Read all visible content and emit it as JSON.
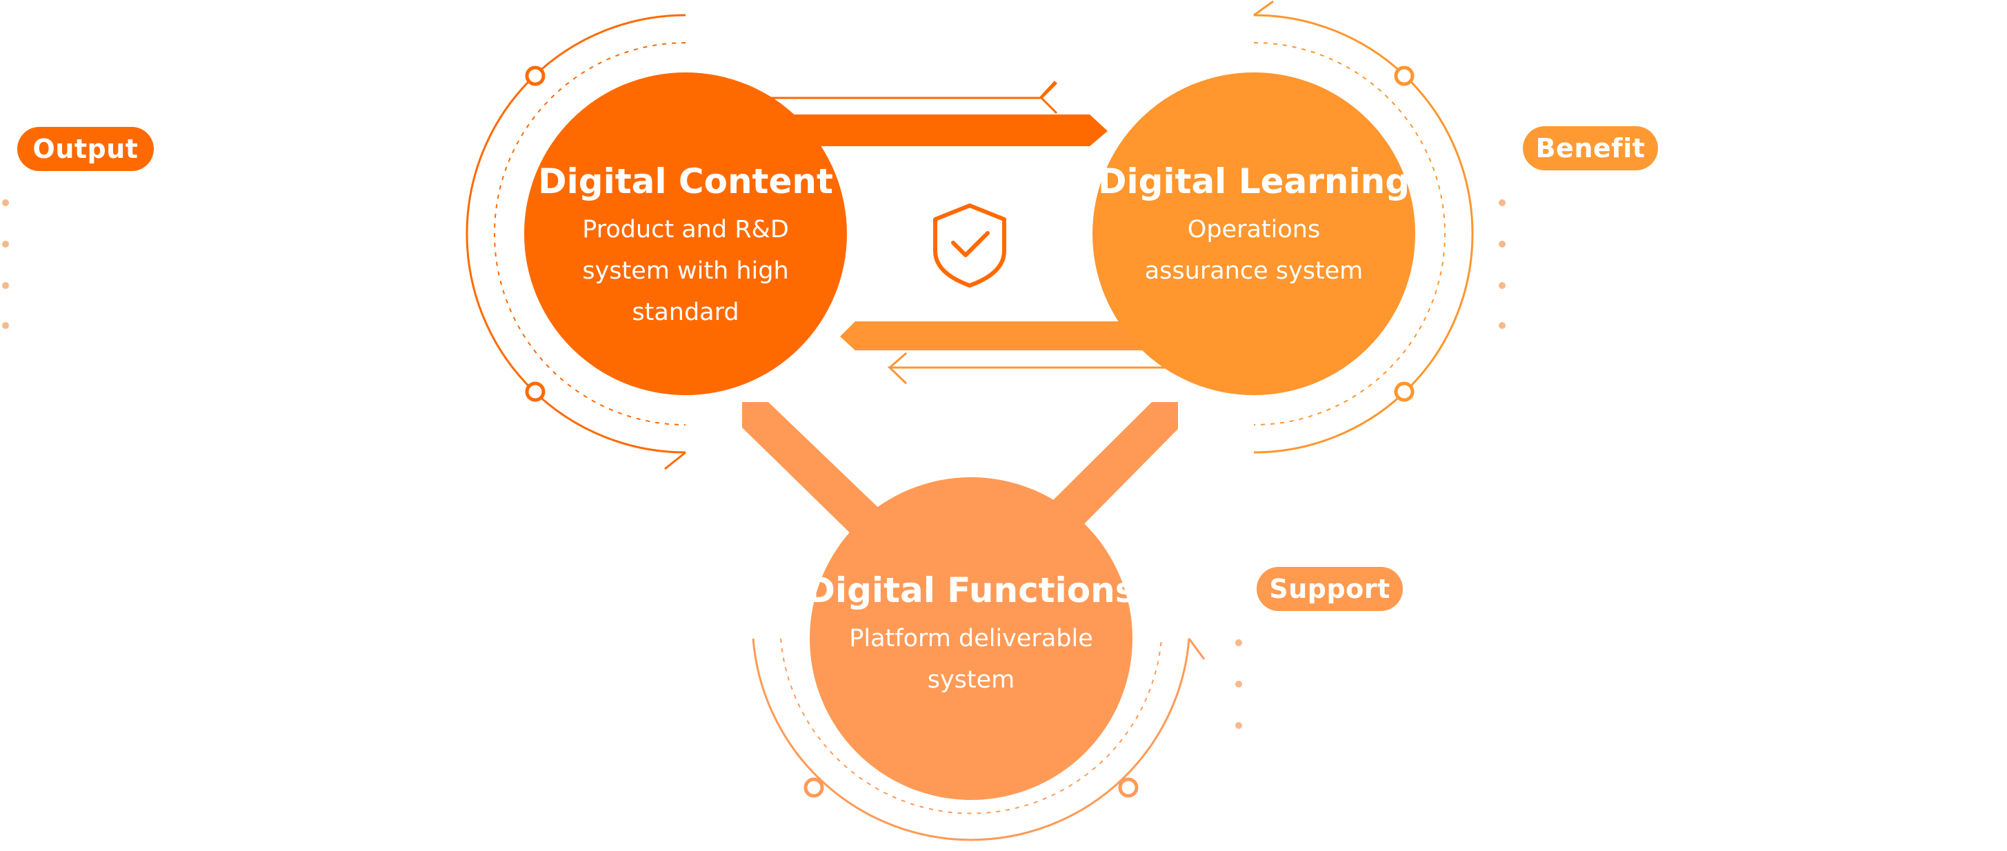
{
  "labels": {
    "output": "Output",
    "benefit": "Benefit",
    "support": "Support"
  },
  "nodes": {
    "content": {
      "title": "Digital Content",
      "desc": "Product and R&D system with high standard"
    },
    "learning": {
      "title": "Digital Learning",
      "desc": "Operations assurance system"
    },
    "functions": {
      "title": "Digital Functions",
      "desc": "Platform deliverable system"
    }
  },
  "colors": {
    "primary": "#ff6a00",
    "secondary": "#ff962e",
    "tertiary": "#ff9a56",
    "dots": "#f7b98a"
  },
  "icons": {
    "center": "shield-check-icon"
  }
}
